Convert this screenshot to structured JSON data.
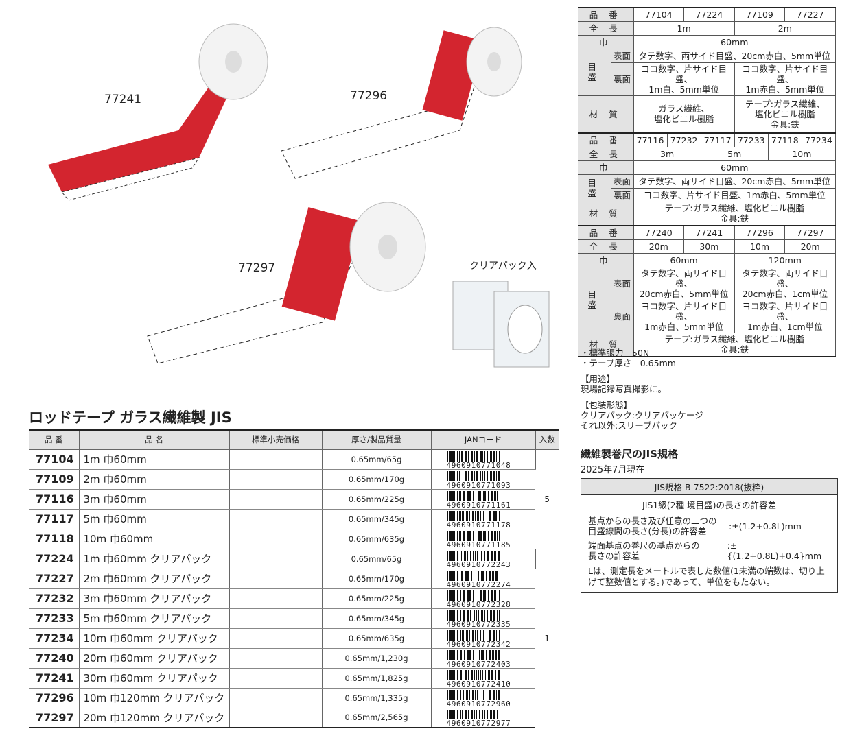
{
  "product_labels": {
    "p1": "77241",
    "p2": "77296",
    "p3": "77297",
    "clear": "クリアパック入"
  },
  "spec_groups": [
    {
      "rows": [
        {
          "label": "品 番",
          "cells": [
            "77104",
            "77224",
            "77109",
            "77227"
          ]
        },
        {
          "label": "全 長",
          "cells": [
            "1m",
            "2m"
          ]
        },
        {
          "label": "巾",
          "cells": [
            "60mm"
          ]
        },
        {
          "label": "目 盛",
          "sub": "表面",
          "cells": [
            "タテ数字、両サイド目盛、20cm赤白、5mm単位"
          ]
        },
        {
          "label": "目 盛",
          "sub": "裏面",
          "cells": [
            "ヨコ数字、片サイド目盛、\n1m白、5mm単位",
            "ヨコ数字、片サイド目盛、\n1m赤白、5mm単位"
          ]
        },
        {
          "label": "材 質",
          "cells": [
            "ガラス繊維、\n塩化ビニル樹脂",
            "テープ:ガラス繊維、\n塩化ビニル樹脂\n金具:鉄"
          ]
        }
      ]
    },
    {
      "rows": [
        {
          "label": "品 番",
          "cells": [
            "77116",
            "77232",
            "77117",
            "77233",
            "77118",
            "77234"
          ]
        },
        {
          "label": "全 長",
          "cells": [
            "3m",
            "5m",
            "10m"
          ]
        },
        {
          "label": "巾",
          "cells": [
            "60mm"
          ]
        },
        {
          "label": "目 盛",
          "sub": "表面",
          "cells": [
            "タテ数字、両サイド目盛、20cm赤白、5mm単位"
          ]
        },
        {
          "label": "目 盛",
          "sub": "裏面",
          "cells": [
            "ヨコ数字、片サイド目盛、1m赤白、5mm単位"
          ]
        },
        {
          "label": "材 質",
          "cells": [
            "テープ:ガラス繊維、塩化ビニル樹脂\n金具:鉄"
          ]
        }
      ]
    },
    {
      "rows": [
        {
          "label": "品 番",
          "cells": [
            "77240",
            "77241",
            "77296",
            "77297"
          ]
        },
        {
          "label": "全 長",
          "cells": [
            "20m",
            "30m",
            "10m",
            "20m"
          ]
        },
        {
          "label": "巾",
          "cells": [
            "60mm",
            "120mm"
          ]
        },
        {
          "label": "目 盛",
          "sub": "表面",
          "cells": [
            "タテ数字、両サイド目盛、\n20cm赤白、5mm単位",
            "タテ数字、両サイド目盛、\n20cm赤白、1cm単位"
          ]
        },
        {
          "label": "目 盛",
          "sub": "裏面",
          "cells": [
            "ヨコ数字、片サイド目盛、\n1m赤白、5mm単位",
            "ヨコ数字、片サイド目盛、\n1m赤白、1cm単位"
          ]
        },
        {
          "label": "材 質",
          "cells": [
            "テープ:ガラス繊維、塩化ビニル樹脂\n金具:鉄"
          ]
        }
      ]
    }
  ],
  "notes": {
    "tension": "・標準張力　50N",
    "thickness": "・テープ厚さ　0.65mm",
    "use_h": "【用途】",
    "use": "現場記録写真撮影に。",
    "pack_h": "【包装形態】",
    "pack1": "クリアパック:クリアパッケージ",
    "pack2": "それ以外:スリーブパック"
  },
  "jis": {
    "title": "繊維製巻尺のJIS規格",
    "date": "2025年7月現在",
    "header": "JIS規格 B 7522:2018(抜粋)",
    "subtitle": "JIS1級(2種 境目盛)の長さの許容差",
    "r1_label": "基点からの長さ及び任意の二つの\n目盛線間の長さ(分長)の許容差",
    "r1_value": ":±(1.2+0.8L)mm",
    "r2_label": "端面基点の巻尺の基点からの\n長さの許容差",
    "r2_value": ":±{(1.2+0.8L)+0.4}mm",
    "note": "Lは、測定長をメートルで表した数値(1未満の端数は、切り上げて整数値とする。)であって、単位をもたない。"
  },
  "table": {
    "title": "ロッドテープ ガラス繊維製 JIS",
    "headers": [
      "品 番",
      "品 名",
      "標準小売価格",
      "厚さ/製品質量",
      "JANコード",
      "入数"
    ],
    "qty": [
      "5",
      "1"
    ],
    "rows": [
      {
        "code": "77104",
        "name": "1m 巾60mm",
        "spec": "0.65mm/65g",
        "jan": "4960910771048"
      },
      {
        "code": "77109",
        "name": "2m 巾60mm",
        "spec": "0.65mm/170g",
        "jan": "4960910771093"
      },
      {
        "code": "77116",
        "name": "3m 巾60mm",
        "spec": "0.65mm/225g",
        "jan": "4960910771161"
      },
      {
        "code": "77117",
        "name": "5m 巾60mm",
        "spec": "0.65mm/345g",
        "jan": "4960910771178"
      },
      {
        "code": "77118",
        "name": "10m 巾60mm",
        "spec": "0.65mm/635g",
        "jan": "4960910771185"
      },
      {
        "code": "77224",
        "name": "1m 巾60mm クリアパック",
        "spec": "0.65mm/65g",
        "jan": "4960910772243"
      },
      {
        "code": "77227",
        "name": "2m 巾60mm クリアパック",
        "spec": "0.65mm/170g",
        "jan": "4960910772274"
      },
      {
        "code": "77232",
        "name": "3m 巾60mm クリアパック",
        "spec": "0.65mm/225g",
        "jan": "4960910772328"
      },
      {
        "code": "77233",
        "name": "5m 巾60mm クリアパック",
        "spec": "0.65mm/345g",
        "jan": "4960910772335"
      },
      {
        "code": "77234",
        "name": "10m 巾60mm クリアパック",
        "spec": "0.65mm/635g",
        "jan": "4960910772342"
      },
      {
        "code": "77240",
        "name": "20m 巾60mm クリアパック",
        "spec": "0.65mm/1,230g",
        "jan": "4960910772403"
      },
      {
        "code": "77241",
        "name": "30m 巾60mm クリアパック",
        "spec": "0.65mm/1,825g",
        "jan": "4960910772410"
      },
      {
        "code": "77296",
        "name": "10m 巾120mm クリアパック",
        "spec": "0.65mm/1,335g",
        "jan": "4960910772960"
      },
      {
        "code": "77297",
        "name": "20m 巾120mm クリアパック",
        "spec": "0.65mm/2,565g",
        "jan": "4960910772977"
      }
    ]
  }
}
